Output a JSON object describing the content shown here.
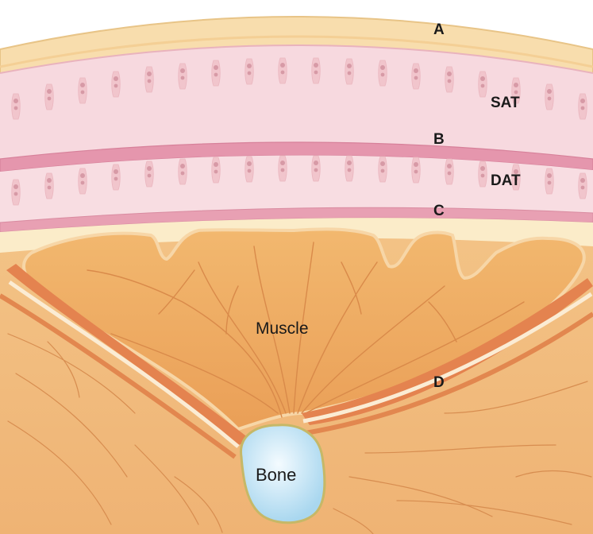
{
  "labels": {
    "a": "A",
    "sat": "SAT",
    "b": "B",
    "dat": "DAT",
    "c": "C",
    "muscle": "Muscle",
    "d": "D",
    "bone": "Bone"
  },
  "colors": {
    "skin": "#f9e0b3",
    "fat_layer": "#f6d7dd",
    "fascia": "#e296ad",
    "muscle": "#f0b071",
    "bone": "#c9e8f6",
    "tissue_deep": "#f2c088"
  }
}
